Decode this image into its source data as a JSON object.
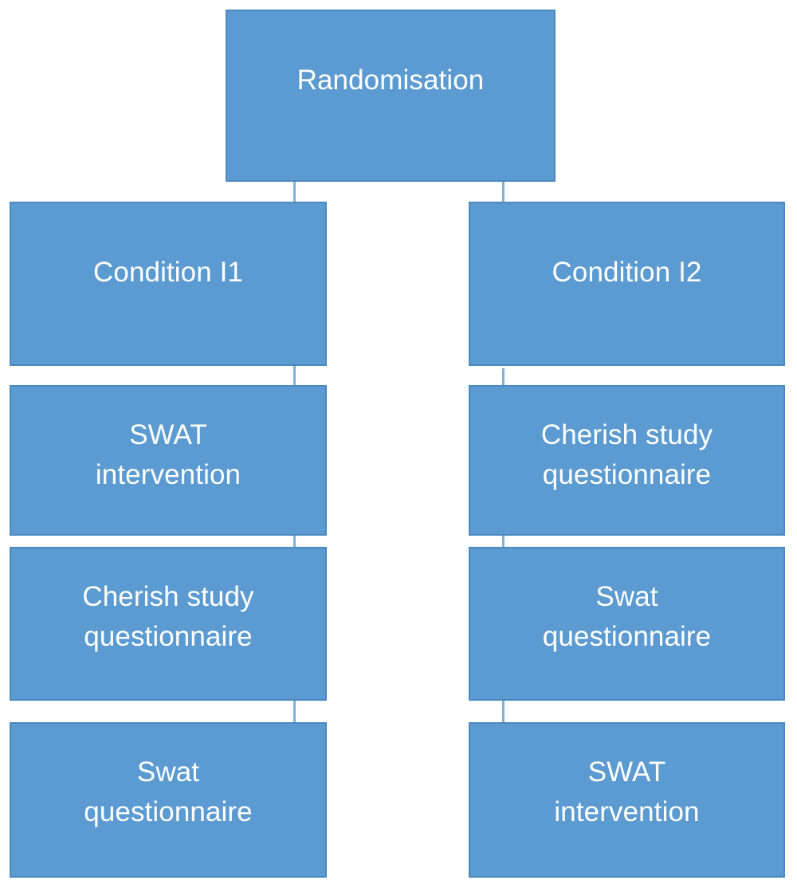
{
  "diagram": {
    "type": "flowchart",
    "orientation": "top-down",
    "theme": {
      "node_fill": "#5B9BD1",
      "node_border": "#4A89C0",
      "node_text": "#FFFFFF",
      "connector": "#7EB1DC",
      "background": "#FFFFFF"
    },
    "root": {
      "id": "randomisation",
      "label": "Randomisation"
    },
    "branches": [
      {
        "id": "branch-i1",
        "arm_label": "Condition I1",
        "steps": [
          {
            "id": "left-step-1",
            "label": "SWAT\nintervention"
          },
          {
            "id": "left-step-2",
            "label": "Cherish study\nquestionnaire"
          },
          {
            "id": "left-step-3",
            "label": "Swat\nquestionnaire"
          }
        ]
      },
      {
        "id": "branch-i2",
        "arm_label": "Condition I2",
        "steps": [
          {
            "id": "right-step-1",
            "label": "Cherish study\nquestionnaire"
          },
          {
            "id": "right-step-2",
            "label": "Swat\nquestionnaire"
          },
          {
            "id": "right-step-3",
            "label": "SWAT\nintervention"
          }
        ]
      }
    ]
  }
}
